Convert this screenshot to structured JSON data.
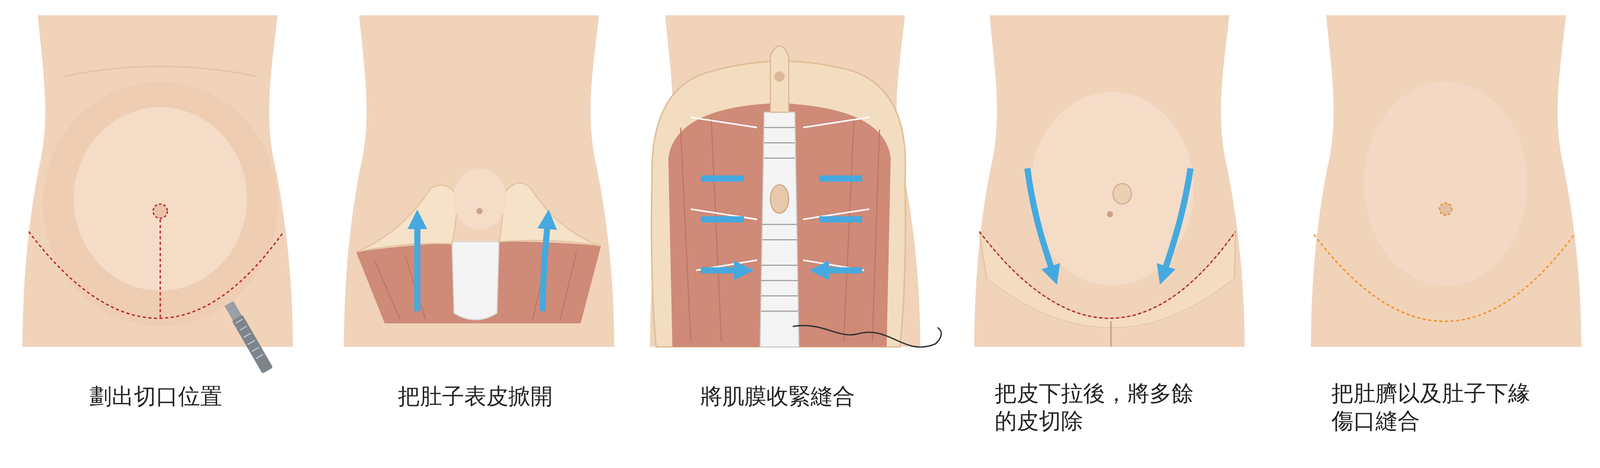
{
  "diagram": {
    "labels": [
      "劃出切口位置",
      "把肚子表皮掀開",
      "將肌膜收緊縫合",
      "把皮下拉後，將多餘 的皮切除",
      "把肚臍以及肚子下緣 傷口縫合"
    ]
  }
}
